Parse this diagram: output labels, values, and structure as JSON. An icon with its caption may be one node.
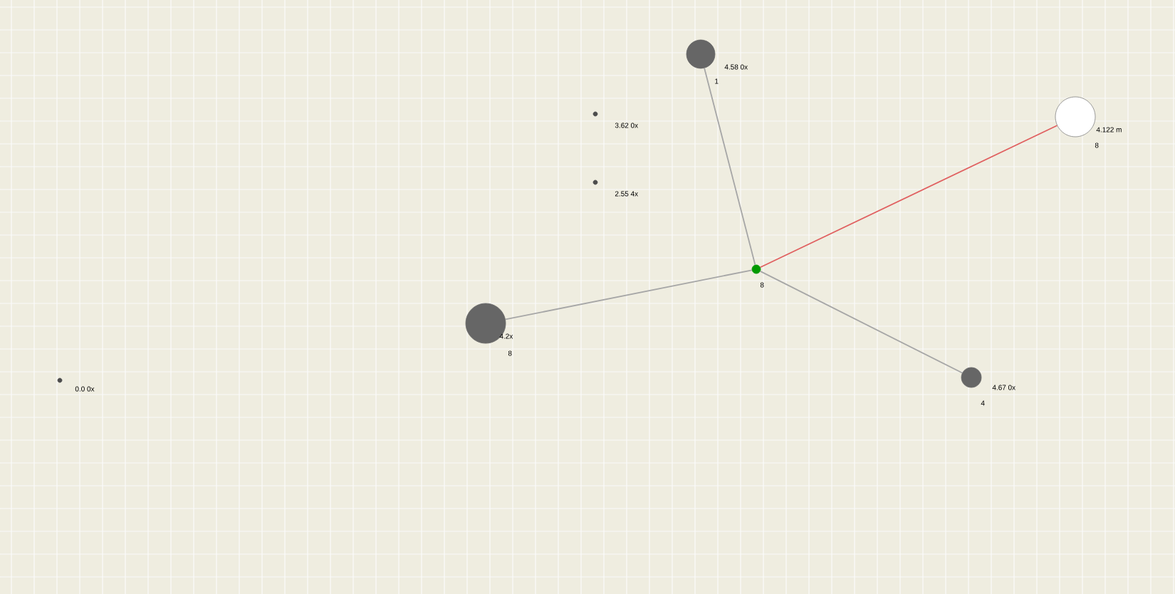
{
  "diagram": {
    "nodes": [
      {
        "text": [],
        "shape": "circle",
        "beside": [
          "8"
        ]
      },
      {
        "text": [],
        "shape": "circle",
        "beside": [
          "4.58 0x",
          "1"
        ]
      },
      {
        "text": [],
        "shape": "circle",
        "beside": [
          "3.62 0x"
        ]
      },
      {
        "text": [],
        "shape": "circle",
        "beside": [
          "4.122 m",
          "8"
        ]
      },
      {
        "text": [],
        "shape": "circle",
        "beside": [
          "2.55 4x"
        ]
      },
      {
        "text": [],
        "shape": "circle",
        "beside": [
          "4.2x",
          "8"
        ]
      },
      {
        "text": [],
        "shape": "circle",
        "beside": [
          "0.0 0x"
        ]
      },
      {
        "text": [],
        "shape": "circle",
        "beside": [
          "4.67 0x",
          "4"
        ]
      }
    ],
    "edges": [
      {
        "from": 0,
        "to": 1,
        "arrow": "none"
      },
      {
        "from": 0,
        "to": 3,
        "arrow": "none",
        "color": "#e06060"
      },
      {
        "from": 0,
        "to": 5,
        "arrow": "none"
      },
      {
        "from": 0,
        "to": 7,
        "arrow": "none"
      }
    ]
  }
}
